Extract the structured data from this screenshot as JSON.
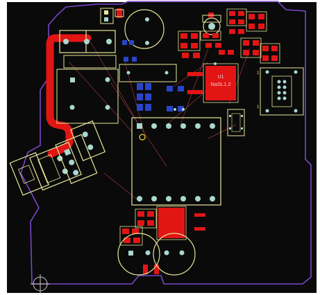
{
  "pcb": {
    "title": "",
    "colors": {
      "background": "#0a0a0a",
      "outline": "#7a46c8",
      "silkscreen": "#e8e89a",
      "copper_top": "#e21515",
      "copper_bottom": "#2a44c9",
      "pad": "#a9d8d0",
      "ratsnest": "#b04040"
    },
    "labels": {
      "u1_ref": "U1",
      "u1_value": "NaSL1.2",
      "conn_pin1": "1",
      "conn_pin2": "1"
    }
  }
}
